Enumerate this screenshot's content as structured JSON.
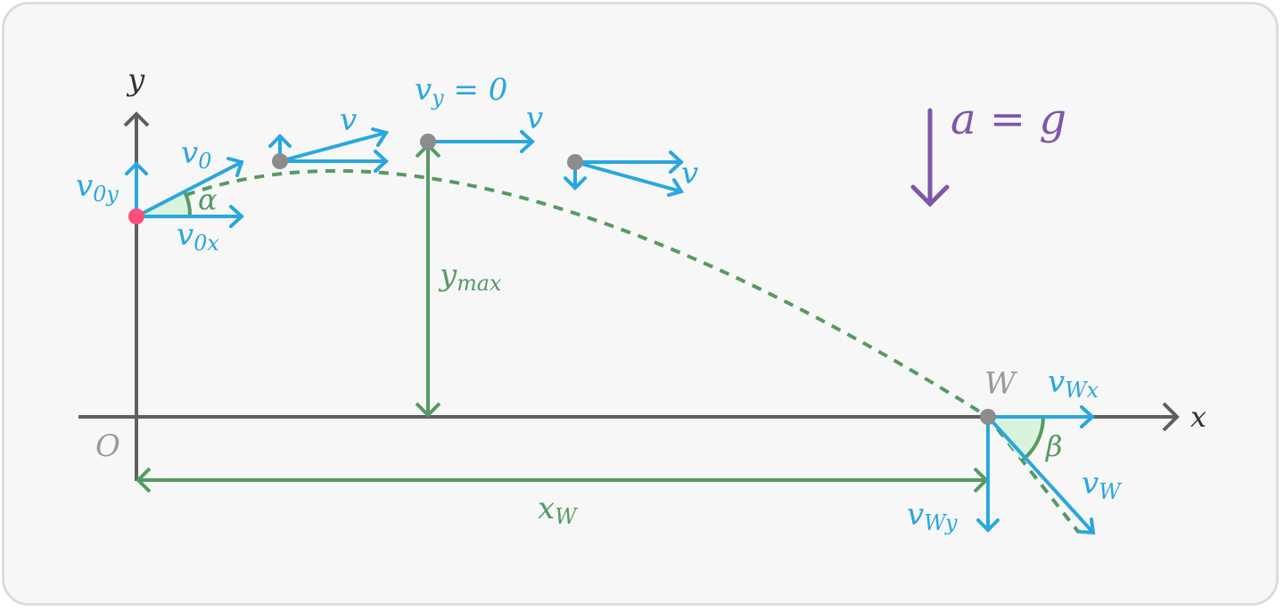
{
  "colors": {
    "axis": "#5f5f5f",
    "velocity": "#29a7de",
    "trajectory": "#559a62",
    "dim": "#559a62",
    "point": "#8c8c8c",
    "launch_point": "#ff4d7d",
    "gravity": "#7e57a8",
    "angle_fill": "#d9f3dc",
    "origin_text": "#9a9a9a"
  },
  "labels": {
    "y_axis": "y",
    "x_axis": "x",
    "origin": "O",
    "v0": {
      "base": "v",
      "sub": "0"
    },
    "v0y": {
      "base": "v",
      "sub": "0y"
    },
    "v0x": {
      "base": "v",
      "sub": "0x"
    },
    "alpha": "α",
    "v_first": "v",
    "vy_zero": {
      "base": "v",
      "sub": "y",
      "rest": " = 0"
    },
    "v_top": "v",
    "v_third": "v",
    "gravity": "a = g",
    "ymax": {
      "base": "y",
      "sub": "max"
    },
    "W": "W",
    "vWx": {
      "base": "v",
      "sub": "Wx"
    },
    "beta": "β",
    "vW": {
      "base": "v",
      "sub": "W"
    },
    "vWy": {
      "base": "v",
      "sub": "Wy"
    },
    "xW": {
      "base": "x",
      "sub": "W"
    }
  },
  "icons": {
    "gravity_arrow": "down-arrow-icon"
  }
}
